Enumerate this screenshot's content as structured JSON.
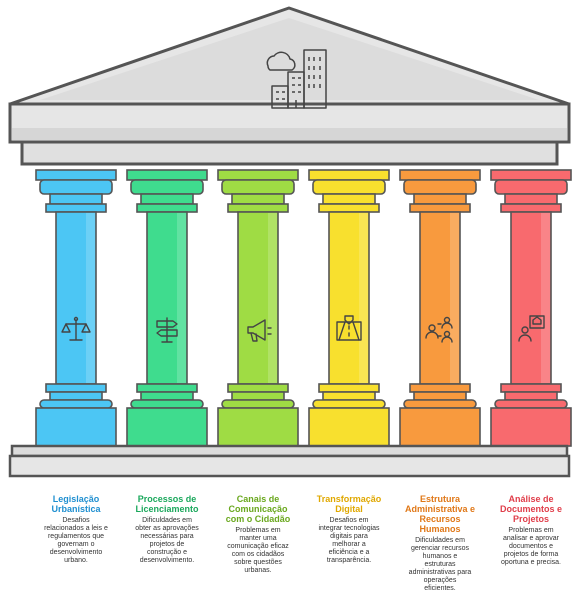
{
  "colors": {
    "roof_fill": "#e6e6e6",
    "roof_stroke": "#555555",
    "icon_stroke": "#444444"
  },
  "pillars": [
    {
      "title": "Legislação Urbanística",
      "title_lines": [
        "Legislação",
        "Urbanística"
      ],
      "desc": "Desafios relacionados a leis e regulamentos que governam o desenvolvimento urbano.",
      "desc_lines": [
        "Desafios",
        "relacionados a leis e",
        "regulamentos que",
        "governam o",
        "desenvolvimento",
        "urbano."
      ],
      "color": "#4cc6f4",
      "title_color": "#1f8fd0",
      "icon": "scales-icon"
    },
    {
      "title": "Processos de Licenciamento",
      "title_lines": [
        "Processos de",
        "Licenciamento"
      ],
      "desc": "Dificuldades em obter as aprovações necessárias para projetos de construção e desenvolvimento.",
      "desc_lines": [
        "Dificuldades em",
        "obter as aprovações",
        "necessárias para",
        "projetos de",
        "construção e",
        "desenvolvimento."
      ],
      "color": "#3fdc8e",
      "title_color": "#1ba85c",
      "icon": "signpost-icon"
    },
    {
      "title": "Canais de Comunicação com o Cidadão",
      "title_lines": [
        "Canais de",
        "Comunicação",
        "com o Cidadão"
      ],
      "desc": "Problemas em manter uma comunicação eficaz com os cidadãos sobre questões urbanas.",
      "desc_lines": [
        "Problemas em",
        "manter uma",
        "comunicação eficaz",
        "com os cidadãos",
        "sobre questões",
        "urbanas."
      ],
      "color": "#9fdc44",
      "title_color": "#6aa81e",
      "icon": "megaphone-icon"
    },
    {
      "title": "Transformação Digital",
      "title_lines": [
        "Transformação",
        "Digital"
      ],
      "desc": "Desafios em integrar tecnologias digitais para melhorar a eficiência e a transparência.",
      "desc_lines": [
        "Desafios em",
        "integrar tecnologias",
        "digitais para",
        "melhorar a",
        "eficiência e a",
        "transparência."
      ],
      "color": "#f8e02e",
      "title_color": "#e0a800",
      "icon": "road-map-icon"
    },
    {
      "title": "Estrutura Administrativa e Recursos Humanos",
      "title_lines": [
        "Estrutura",
        "Administrativa e",
        "Recursos",
        "Humanos"
      ],
      "desc": "Dificuldades em gerenciar recursos humanos e estruturas administrativas para operações eficientes.",
      "desc_lines": [
        "Dificuldades em",
        "gerenciar recursos",
        "humanos e",
        "estruturas",
        "administrativas para",
        "operações",
        "eficientes."
      ],
      "color": "#f89a3e",
      "title_color": "#e07818",
      "icon": "team-icon"
    },
    {
      "title": "Análise de Documentos e Projetos",
      "title_lines": [
        "Análise de",
        "Documentos e",
        "Projetos"
      ],
      "desc": "Problemas em analisar e aprovar documentos e projetos de forma oportuna e precisa.",
      "desc_lines": [
        "Problemas em",
        "analisar e aprovar",
        "documentos e",
        "projetos de forma",
        "oportuna e precisa."
      ],
      "color": "#f86a6e",
      "title_color": "#e03e4a",
      "icon": "person-house-icon"
    }
  ]
}
